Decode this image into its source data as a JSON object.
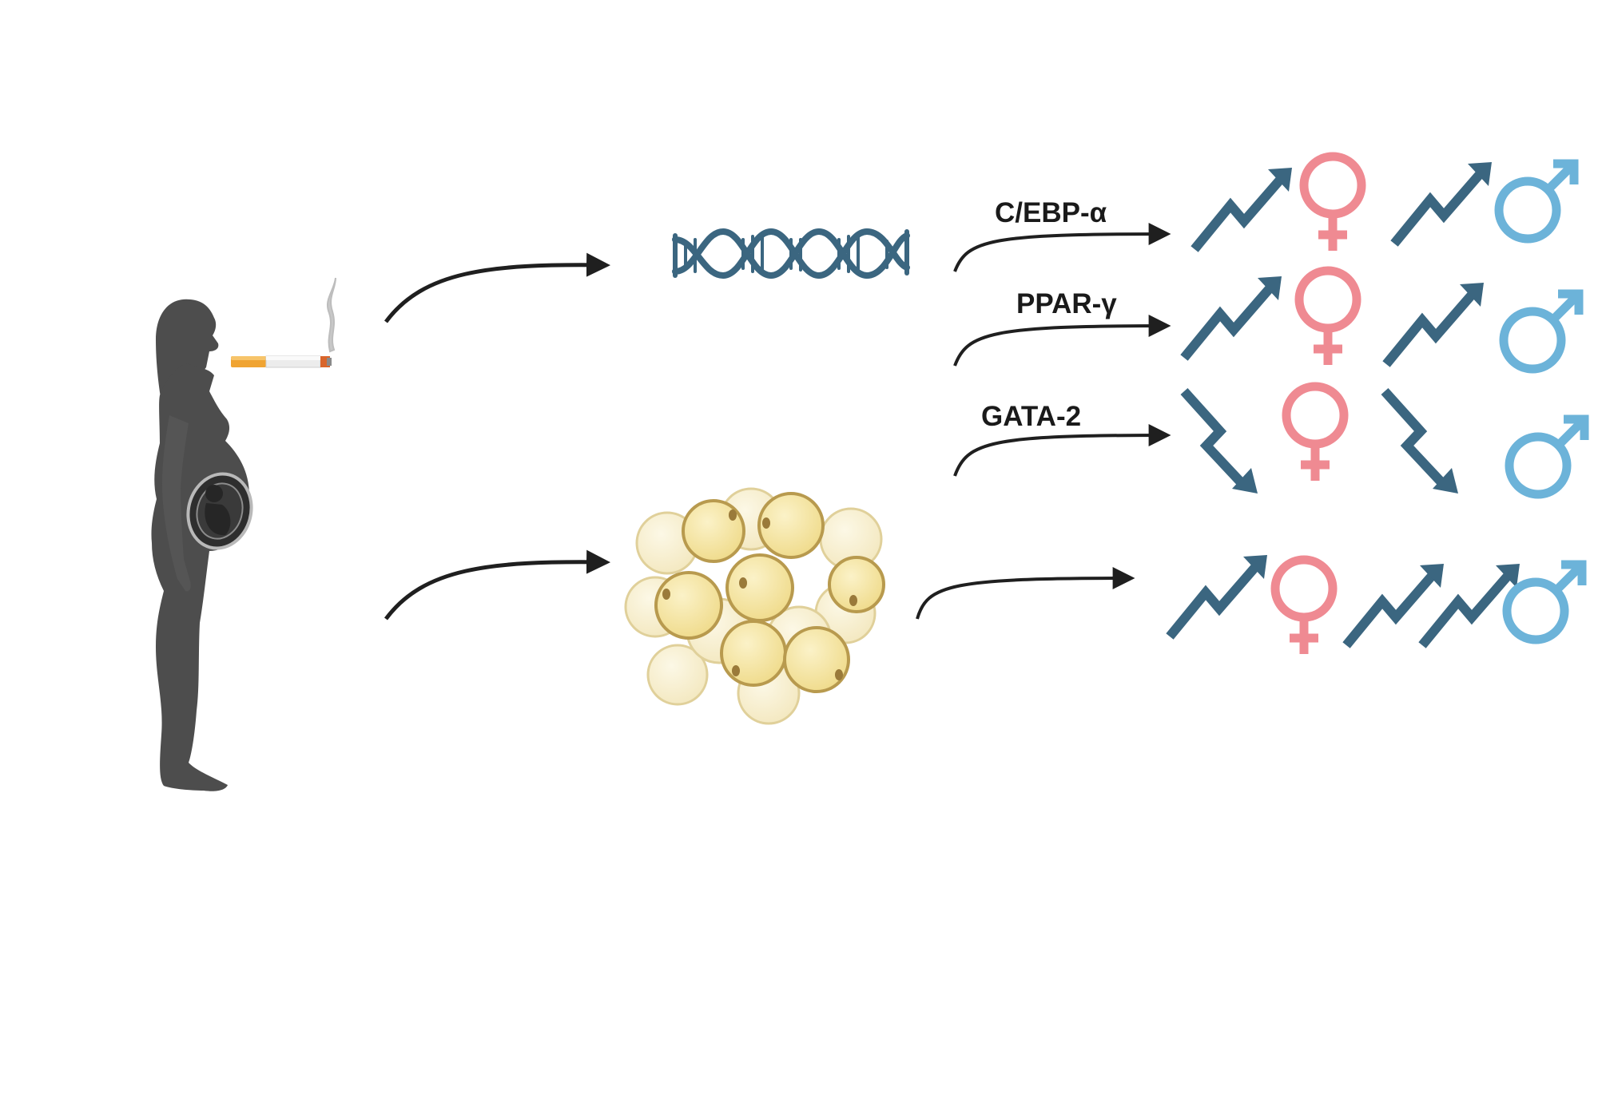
{
  "labels": {
    "cebp": "C/EBP-α",
    "ppar": "PPAR-γ",
    "gata": "GATA-2"
  },
  "rows": [
    {
      "gene_key": "cebp",
      "female_trend": "up",
      "male_trend": "up"
    },
    {
      "gene_key": "ppar",
      "female_trend": "up",
      "male_trend": "up"
    },
    {
      "gene_key": "gata",
      "female_trend": "down",
      "male_trend": "down"
    },
    {
      "gene_key": "adipocyte",
      "female_trend": "up",
      "male_trend": "up-double"
    }
  ],
  "colors": {
    "silhouette": "#4d4d4d",
    "dna": "#3b6680",
    "trend_arrow": "#3b6680",
    "female": "#ef8a92",
    "male": "#6cb3d9",
    "arrow": "#1f1f1f",
    "cell_fill": "#f5e6a6",
    "cell_edge": "#c9a85a",
    "cell_pale": "#f7efcd"
  },
  "icons": [
    "pregnant-woman-silhouette",
    "cigarette-icon",
    "smoke-icon",
    "dna-helix-icon",
    "adipocyte-cluster-icon",
    "trend-up-icon",
    "trend-down-icon",
    "female-symbol-icon",
    "male-symbol-icon"
  ]
}
